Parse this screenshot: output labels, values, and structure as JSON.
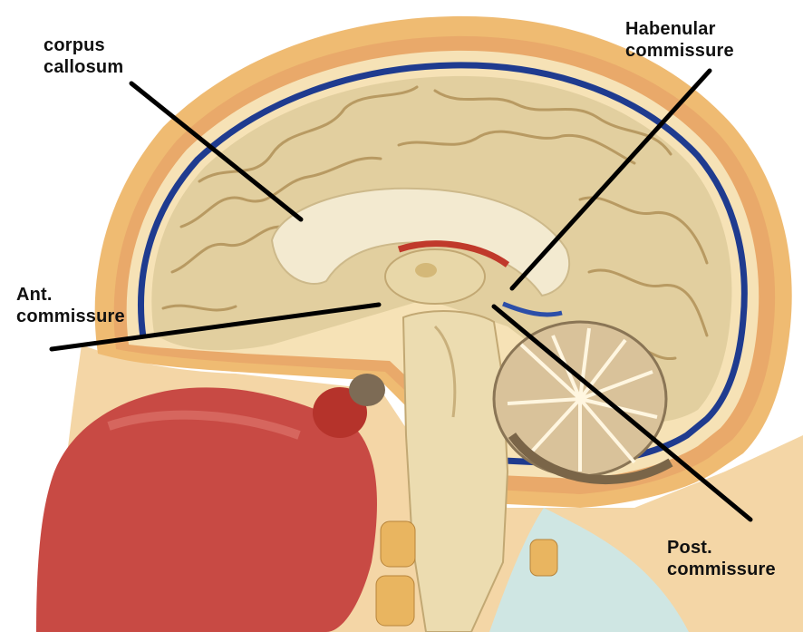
{
  "labels": {
    "corpus_callosum": "corpus\ncallosum",
    "habenular_commissure": "Habenular\ncommissure",
    "anterior_commissure": "Ant.\ncommissure",
    "posterior_commissure": "Post.\ncommissure"
  },
  "colors": {
    "brain": "#e2cf9f",
    "gyri": "#d8c08a",
    "callosum": "#f3ead0",
    "dura_blue": "#1f3b8f",
    "scalp": "#f0bd74",
    "tongue": "#c84a44",
    "cerebellum": "#d9c29a",
    "pointer_line": "#000000"
  }
}
